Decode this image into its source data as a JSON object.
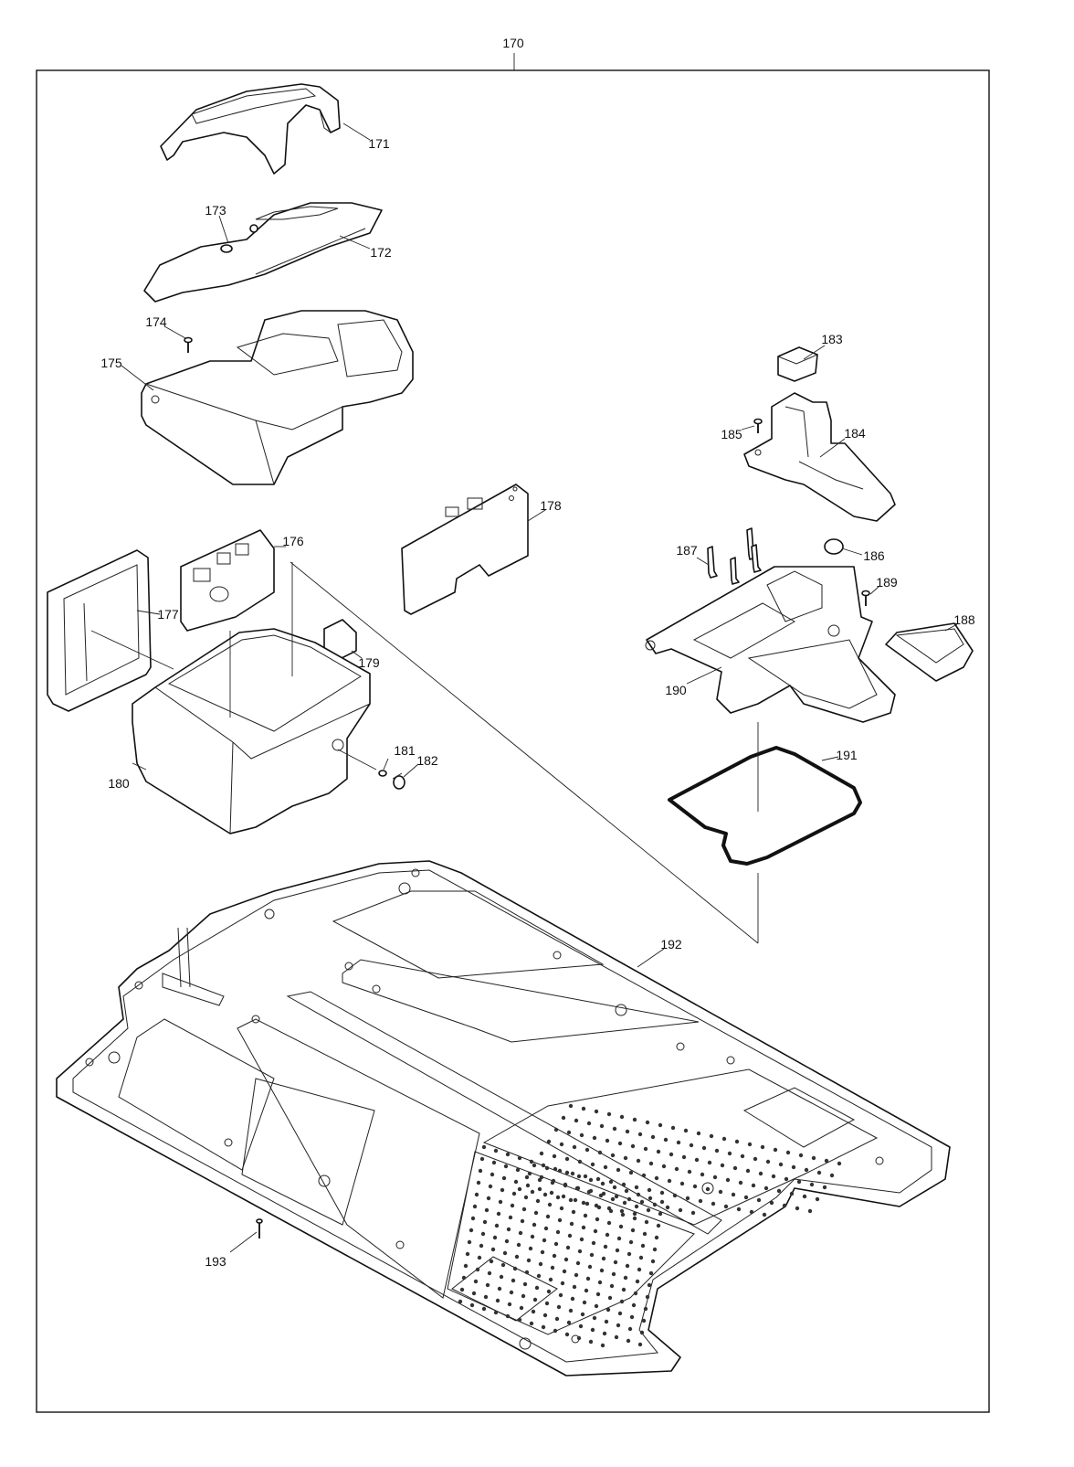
{
  "diagram": {
    "assembly_label": "170",
    "parts": [
      {
        "id": "p171",
        "label": "171"
      },
      {
        "id": "p172",
        "label": "172"
      },
      {
        "id": "p173",
        "label": "173"
      },
      {
        "id": "p174",
        "label": "174"
      },
      {
        "id": "p175",
        "label": "175"
      },
      {
        "id": "p176",
        "label": "176"
      },
      {
        "id": "p177",
        "label": "177"
      },
      {
        "id": "p178",
        "label": "178"
      },
      {
        "id": "p179",
        "label": "179"
      },
      {
        "id": "p180",
        "label": "180"
      },
      {
        "id": "p181",
        "label": "181"
      },
      {
        "id": "p182",
        "label": "182"
      },
      {
        "id": "p183",
        "label": "183"
      },
      {
        "id": "p184",
        "label": "184"
      },
      {
        "id": "p185",
        "label": "185"
      },
      {
        "id": "p186",
        "label": "186"
      },
      {
        "id": "p187",
        "label": "187"
      },
      {
        "id": "p188",
        "label": "188"
      },
      {
        "id": "p189",
        "label": "189"
      },
      {
        "id": "p190",
        "label": "190"
      },
      {
        "id": "p191",
        "label": "191"
      },
      {
        "id": "p192",
        "label": "192"
      },
      {
        "id": "p193",
        "label": "193"
      }
    ]
  }
}
